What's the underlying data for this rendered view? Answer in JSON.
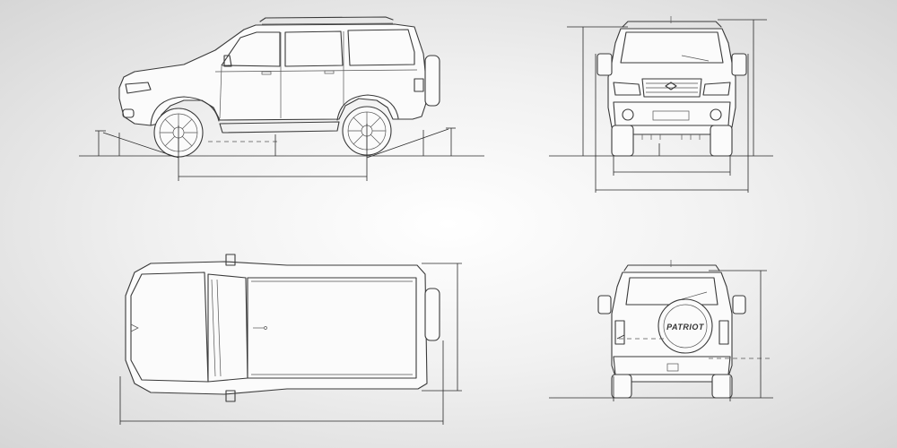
{
  "views": {
    "side": "side-view",
    "front": "front-view",
    "top": "top-view",
    "rear": "rear-view"
  },
  "spare_wheel_badge": "PATRIOT",
  "colors": {
    "background_center": "#ffffff",
    "background_edge": "#d6d6d6",
    "line": "#3a3a3a"
  }
}
